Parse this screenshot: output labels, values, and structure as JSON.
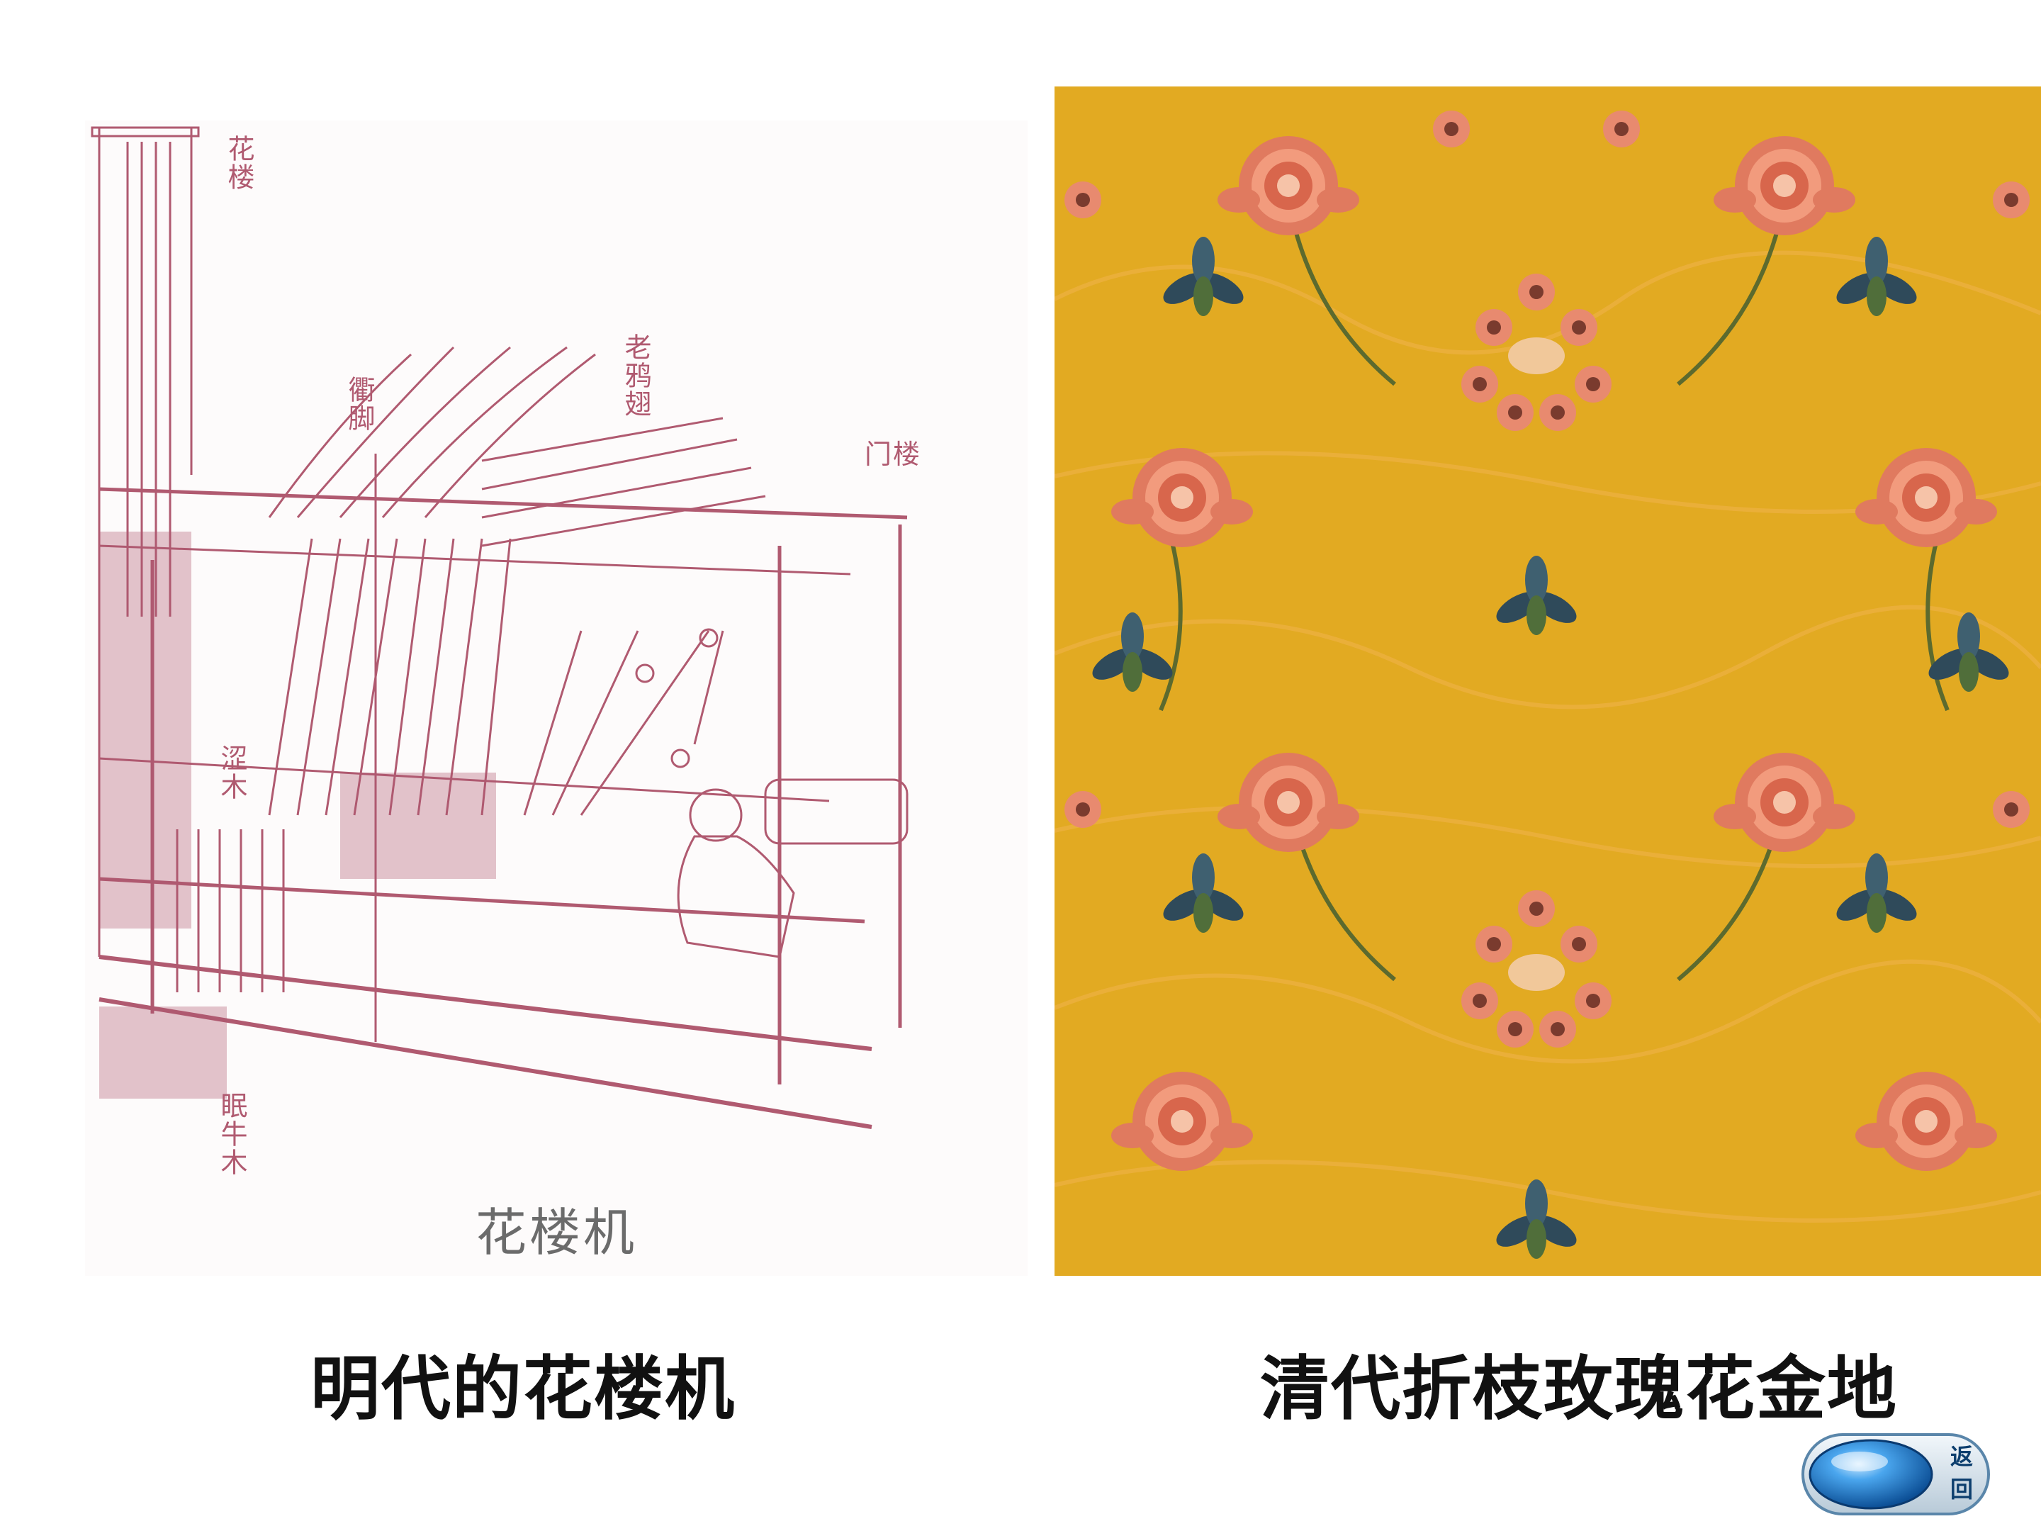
{
  "left_panel": {
    "image_caption": "花楼机",
    "caption": "明代的花楼机",
    "drawing_labels": [
      "花楼",
      "衢脚",
      "老鸦翅",
      "门楼",
      "涩木",
      "眠牛木"
    ]
  },
  "right_panel": {
    "caption": "清代折枝玫瑰花金地"
  },
  "back_button": {
    "label_top": "返",
    "label_bottom": "回"
  },
  "colors": {
    "loom_line": "#b05a70",
    "brocade_gold": "#e2aa22",
    "rose": "#e07a5f",
    "leaf": "#2f4a5a",
    "button_blue": "#1e78c8"
  }
}
